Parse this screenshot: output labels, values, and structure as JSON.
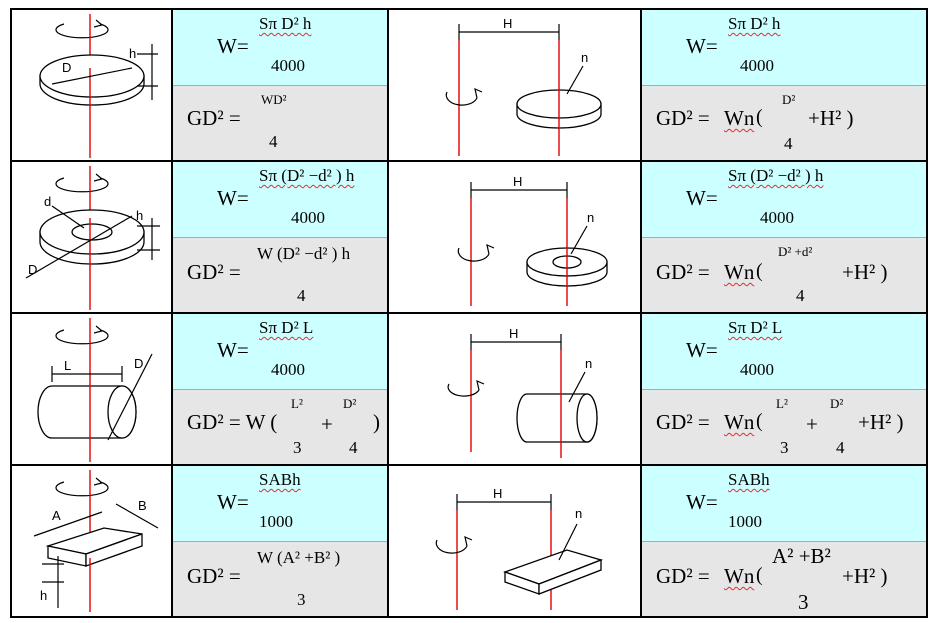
{
  "rows": [
    {
      "shape": "disk",
      "diagram": {
        "labels": [
          "D",
          "h"
        ]
      },
      "rotation_diagram": {
        "labels": [
          "H",
          "n"
        ]
      },
      "w_formula": {
        "lhs": "W=",
        "numerator": "Sπ D² h",
        "denominator": "4000"
      },
      "gd2_formula": {
        "lhs": "GD² =",
        "numerator": "WD²",
        "denominator": "4"
      },
      "gd2_offset_formula": {
        "lhs": "GD² =",
        "factor": "Wn",
        "open": "(",
        "term1_num": "D²",
        "term1_den": "4",
        "plus_h": "+H² )"
      }
    },
    {
      "shape": "ring",
      "diagram": {
        "labels": [
          "d",
          "h",
          "D"
        ]
      },
      "rotation_diagram": {
        "labels": [
          "H",
          "n"
        ]
      },
      "w_formula": {
        "lhs": "W=",
        "numerator": "Sπ (D² −d² ) h",
        "denominator": "4000"
      },
      "gd2_formula": {
        "lhs": "GD² =",
        "numerator": "W (D² −d² ) h",
        "denominator": "4"
      },
      "gd2_offset_formula": {
        "lhs": "GD² =",
        "factor": "Wn",
        "open": "(",
        "term1_num": "D² +d²",
        "term1_den": "4",
        "plus_h": "+H² )"
      }
    },
    {
      "shape": "cylinder",
      "diagram": {
        "labels": [
          "L",
          "D"
        ]
      },
      "rotation_diagram": {
        "labels": [
          "H",
          "n"
        ]
      },
      "w_formula": {
        "lhs": "W=",
        "numerator": "Sπ D² L",
        "denominator": "4000"
      },
      "gd2_formula": {
        "lhs": "GD² = W (",
        "term1_num": "L²",
        "term1_den": "3",
        "plus": "+",
        "term2_num": "D²",
        "term2_den": "4",
        "close": ")"
      },
      "gd2_offset_formula": {
        "lhs": "GD² =",
        "factor": "Wn",
        "open": "(",
        "term1_num": "L²",
        "term1_den": "3",
        "plus": "+",
        "term2_num": "D²",
        "term2_den": "4",
        "plus_h": "+H² )"
      }
    },
    {
      "shape": "plate",
      "diagram": {
        "labels": [
          "A",
          "B",
          "h"
        ]
      },
      "rotation_diagram": {
        "labels": [
          "H",
          "n"
        ]
      },
      "w_formula": {
        "lhs": "W=",
        "numerator": "SABh",
        "denominator": "1000"
      },
      "gd2_formula": {
        "lhs": "GD² =",
        "numerator": "W (A² +B² )",
        "denominator": "3"
      },
      "gd2_offset_formula": {
        "lhs": "GD² =",
        "factor": "Wn",
        "open": "(",
        "term1_num": "A² +B²",
        "term1_den": "3",
        "plus_h": "+H² )"
      }
    }
  ],
  "colors": {
    "w_background": "#ccffff",
    "gd2_background": "#e6e6e6",
    "axis": "#e00000",
    "grid": "#000000"
  }
}
